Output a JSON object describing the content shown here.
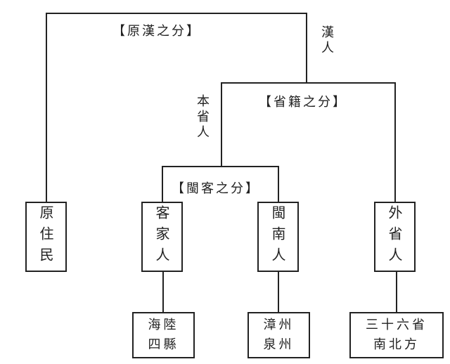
{
  "labels": {
    "yuan_han": "【原漢之分】",
    "sheng_ji": "【省籍之分】",
    "min_ke": "【閩客之分】",
    "han_ren": "漢人",
    "ben_sheng_ren": "本省人"
  },
  "groups": {
    "aboriginal": "原住民",
    "hakka": "客家人",
    "minnan": "閩南人",
    "waisheng": "外省人"
  },
  "origins": {
    "hakka": "海陸\n四縣",
    "minnan": "漳州\n泉州",
    "waisheng": "三十六省\n南北方"
  }
}
